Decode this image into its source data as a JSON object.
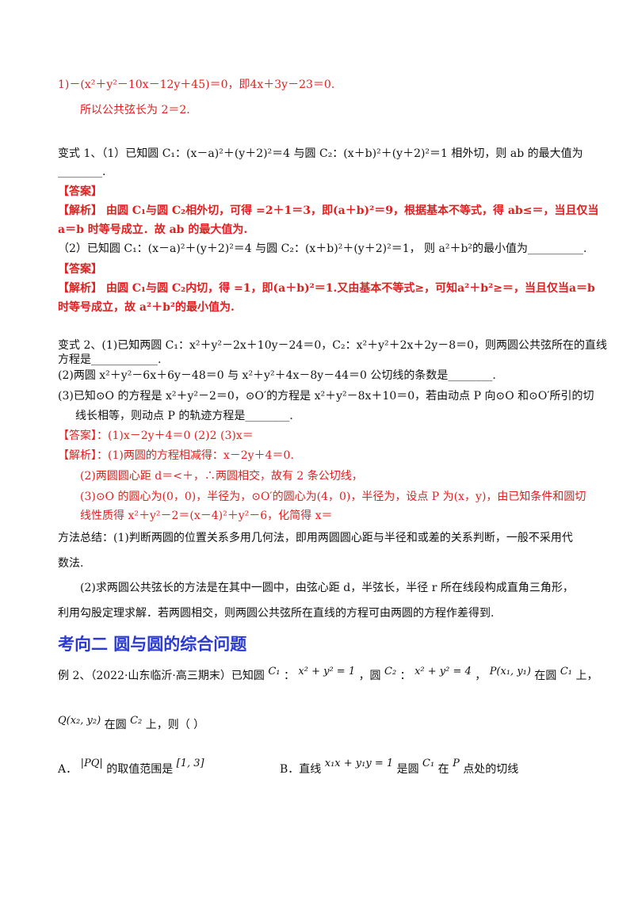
{
  "top": {
    "line1": "1)－(x²＋y²－10x－12y＋45)＝0，即4x＋3y－23＝0.",
    "line2": "所以公共弦长为 2＝2."
  },
  "v1": {
    "q1a": "变式 1、（1）已知圆 C₁：(x－a)²＋(y＋2)²＝4 与圆 C₂：(x＋b)²＋(y＋2)²＝1 相外切，则 ab 的最大值为",
    "q1b": "________.",
    "ans_label": "【答案】",
    "exp1a": "【解析】 由圆 C₁与圆 C₂相外切，可得 =2＋1＝3，即(a＋b)²＝9，根据基本不等式，得 ab≤＝，当且仅当",
    "exp1b": "a＝b 时等号成立．故 ab 的最大值为.",
    "q2": "（2）已知圆 C₁：(x－a)²＋(y＋2)²＝4 与圆 C₂：(x＋b)²＋(y＋2)²＝1，  则  a²＋b²的最小值为__________.",
    "ans_label2": "【答案】",
    "exp2a": "【解析】 由圆 C₁与圆 C₂内切，得 =1，即(a＋b)²＝1.又由基本不等式≥，可知a²＋b²≥＝，当且仅当a＝b",
    "exp2b": "时等号成立，故 a²＋b²的最小值为."
  },
  "v2": {
    "q1a": "变式 2、(1)已知两圆 C₁：x²＋y²－2x＋10y－24＝0，C₂：x²＋y²＋2x＋2y－8＝0，则两圆公共弦所在的直线",
    "q1b": "方程是____________.",
    "q2": "(2)两圆 x²＋y²－6x＋6y－48＝0 与 x²＋y²＋4x－8y－44＝0 公切线的条数是________.",
    "q3a": "(3)已知⊙O 的方程是 x²＋y²－2＝0，⊙O′的方程是 x²＋y²－8x＋10＝0，若由动点 P 向⊙O 和⊙O′所引的切",
    "q3b": "线长相等，则动点 P 的轨迹方程是________.",
    "ans": "【答案】：(1)x－2y＋4＝0   (2)2     (3)x＝",
    "exp1": "【解析】：(1)两圆的方程相减得：x－2y＋4＝0.",
    "exp2": "(2)两圆圆心距 d＝<＋，∴两圆相交，故有 2 条公切线，",
    "exp3a": "(3)⊙O 的圆心为(0，0)，半径为，⊙O′的圆心为(4，0)，半径为，设点 P 为(x，y)，由已知条件和圆切",
    "exp3b": "线性质得 x²＋y²－2＝(x－4)²＋y²－6，化简得 x＝"
  },
  "method": {
    "l1": "方法总结：(1)判断两圆的位置关系多用几何法，即用两圆圆心距与半径和或差的关系判断，一般不采用代",
    "l2": "数法.",
    "l3": "(2)求两圆公共弦长的方法是在其中一圆中，由弦心距 d，半弦长，半径 r 所在线段构成直角三角形，",
    "l4": "利用勾股定理求解．若两圆相交，则两圆公共弦所在直线的方程可由两圆的方程作差得到."
  },
  "section": {
    "title": "考向二  圆与圆的综合问题"
  },
  "ex2": {
    "a": "例 2、（2022·山东临沂·高三期末）已知圆",
    "c1": "C₁",
    "eq1": "x² + y² = 1",
    "mid": "，圆",
    "c2": "C₂",
    "eq2": "x² + y² = 4",
    "p": "P(x₁, y₁)",
    "on": "在圆",
    "c1b": "C₁",
    "up": "上，",
    "q": "Q(x₂, y₂)",
    "on2": "在圆",
    "c2b": "C₂",
    "then": "上，则（     ）",
    "optA1": "A．",
    "optA_abs": "|PQ|",
    "optA2": "的取值范围是",
    "optA_range": "[1, 3]",
    "optB1": "B．直线",
    "optB_eq": "x₁x + y₁y = 1",
    "optB2": "是圆",
    "optB_c": "C₁",
    "optB3": "在",
    "optB_p": "P",
    "optB4": "点处的切线"
  }
}
